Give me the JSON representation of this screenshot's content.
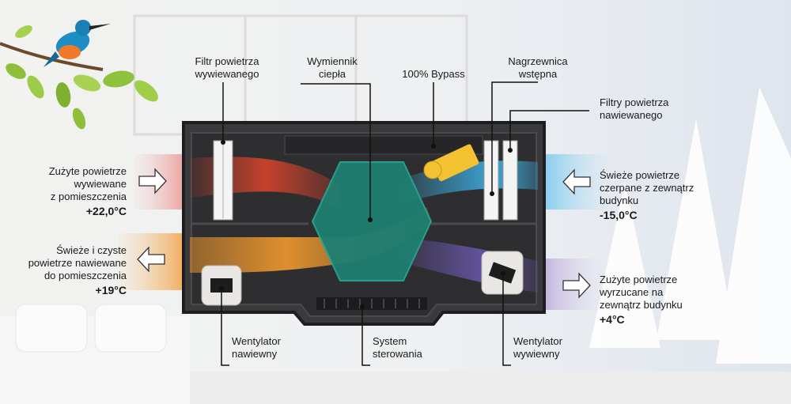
{
  "labels": {
    "exhaust_filter": "Filtr powietrza\nwywiewanego",
    "heat_exchanger": "Wymiennik\nciepła",
    "bypass": "100% Bypass",
    "preheater": "Nagrzewnica\nwstępna",
    "supply_filters": "Filtry powietrza\nnawiewanego",
    "supply_fan": "Wentylator\nnawiewny",
    "control_system": "System\nsterowania",
    "exhaust_fan": "Wentylator\nwywiewny"
  },
  "flows": {
    "extract_in": {
      "text": "Zużyte powietrze\nwywiewane\nz pomieszczenia",
      "temp": "+22,0°C"
    },
    "supply_out": {
      "text": "Świeże i czyste\npowietrze nawiewane\ndo pomieszczenia",
      "temp": "+19°C"
    },
    "outdoor_in": {
      "text": "Świeże powietrze\nczerpane z zewnątrz\nbudynku",
      "temp": "-15,0°C"
    },
    "exhaust_out": {
      "text": "Zużyte powietrze\nwyrzucane na\nzewnątrz budynku",
      "temp": "+4°C"
    }
  },
  "colors": {
    "warm_flow": "#e0442b",
    "supply_flow": "#f29a2e",
    "cold_flow": "#3fb3e8",
    "exhaust_flow": "#6f5bb5",
    "exchanger": "#1f7f72",
    "housing": "#3a3a3c"
  }
}
